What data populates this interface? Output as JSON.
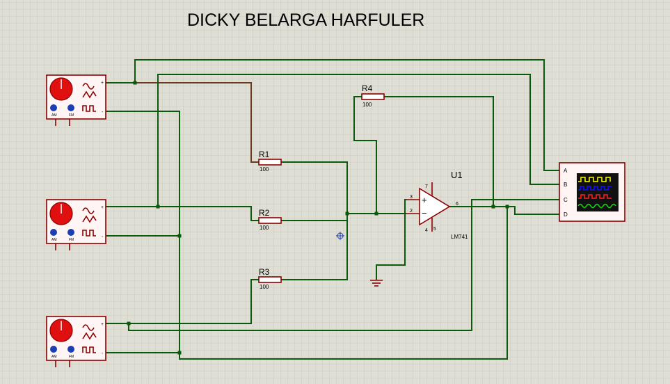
{
  "title": "DICKY BELARGA HARFULER",
  "colors": {
    "background": "#deded4",
    "grid": "#c6c6bb",
    "wire": "#0b5a0b",
    "component": "#8b0000",
    "highlight_wire": "#6b3a1f",
    "generator_knob": "#e01010",
    "generator_dial": "#1a3fb5",
    "scope_screen": "#111111",
    "trace_a": "#ffff00",
    "trace_b": "#1010ff",
    "trace_c": "#ff2020",
    "trace_d": "#10e010"
  },
  "generators": [
    {
      "name": "signal-generator-1",
      "terminals": {
        "plus": "+",
        "minus": "-"
      },
      "dials": [
        "AM",
        "FM"
      ]
    },
    {
      "name": "signal-generator-2",
      "terminals": {
        "plus": "+",
        "minus": "-"
      },
      "dials": [
        "AM",
        "FM"
      ]
    },
    {
      "name": "signal-generator-3",
      "terminals": {
        "plus": "+",
        "minus": "-"
      },
      "dials": [
        "AM",
        "FM"
      ]
    }
  ],
  "resistors": [
    {
      "ref": "R1",
      "value": "100"
    },
    {
      "ref": "R2",
      "value": "100"
    },
    {
      "ref": "R3",
      "value": "100"
    },
    {
      "ref": "R4",
      "value": "100"
    }
  ],
  "opamp": {
    "ref": "U1",
    "part": "LM741",
    "pins": {
      "in_plus": "3",
      "in_minus": "2",
      "out": "6",
      "top": "7",
      "bottom": "4",
      "right": "5"
    },
    "signs": {
      "plus": "+",
      "minus": "−"
    }
  },
  "oscilloscope": {
    "channels": [
      "A",
      "B",
      "C",
      "D"
    ]
  },
  "icons": [
    "ground-icon",
    "cursor-crosshair-icon",
    "sine-wave-icon",
    "square-wave-icon"
  ]
}
